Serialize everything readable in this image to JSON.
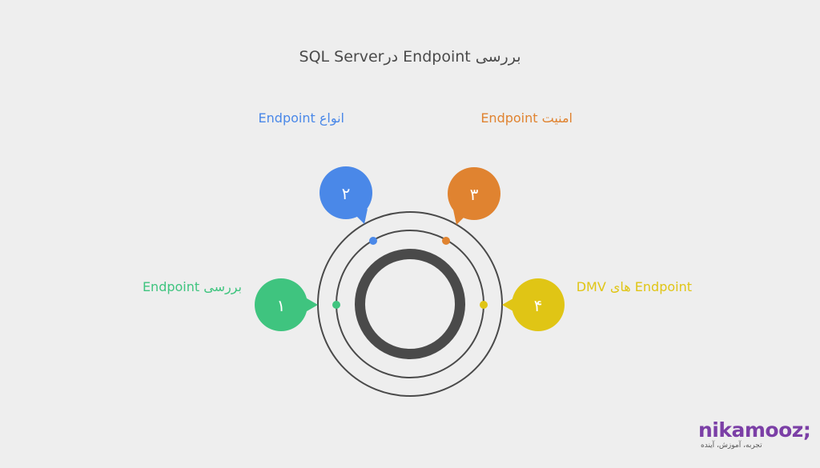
{
  "title": "بررسی Endpoint درSQL Server",
  "colors": {
    "background": "#eeeeee",
    "ring": "#4a4a4a",
    "step1": "#3fc47f",
    "step2": "#4a88e8",
    "step3": "#e08330",
    "step4": "#e0c515"
  },
  "steps": [
    {
      "number": "۱",
      "label": "بررسی Endpoint",
      "color": "#3fc47f"
    },
    {
      "number": "۲",
      "label": "انواع Endpoint",
      "color": "#4a88e8"
    },
    {
      "number": "۳",
      "label": "امنیت Endpoint",
      "color": "#e08330"
    },
    {
      "number": "۴",
      "label": "DMV های Endpoint",
      "color": "#e0c515"
    }
  ],
  "logo": {
    "name": "nikamooz;",
    "tagline": "تجربه، آموزش، آینده"
  }
}
